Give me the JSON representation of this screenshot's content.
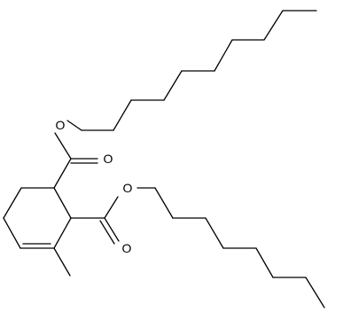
{
  "molecule": {
    "atoms": {
      "ester1_ether_oxygen": "O",
      "ester1_carbonyl_oxygen": "O",
      "ester2_ether_oxygen": "O",
      "ester2_carbonyl_oxygen": "O"
    },
    "colors": {
      "bond": "#000000",
      "background": "#ffffff"
    }
  }
}
